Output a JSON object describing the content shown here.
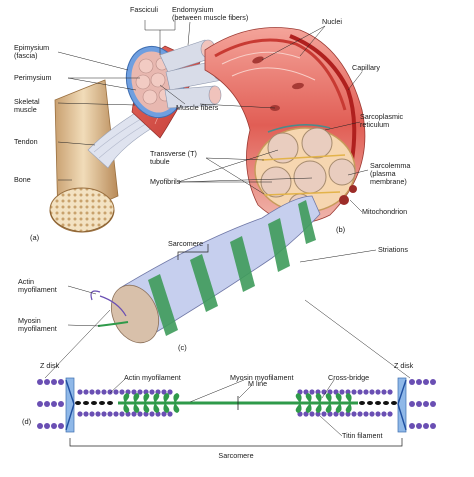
{
  "labels": {
    "fasciculi": "Fasciculi",
    "endomysium": "Endomysium\n(between muscle fibers)",
    "nuclei": "Nuclei",
    "epimysium": "Epimysium\n(fascia)",
    "perimysium": "Perimysium",
    "capillary": "Capillary",
    "skeletal_muscle": "Skeletal\nmuscle",
    "muscle_fibers": "Muscle fibers",
    "sarcoplasmic_reticulum": "Sarcoplasmic\nreticulum",
    "tendon": "Tendon",
    "t_tubule": "Transverse (T)\ntubule",
    "sarcolemma": "Sarcolemma\n(plasma\nmembrane)",
    "myofibrils": "Myofibrils",
    "bone": "Bone",
    "mitochondrion": "Mitochondrion",
    "panel_a": "(a)",
    "panel_b": "(b)",
    "sarcomere_top": "Sarcomere",
    "striations": "Striations",
    "actin_myofilament": "Actin\nmyofilament",
    "myosin_myofilament": "Myosin\nmyofilament",
    "panel_c": "(c)",
    "z_disk_left": "Z disk",
    "z_disk_right": "Z disk",
    "actin_myofilament_d": "Actin myofilament",
    "myosin_myofilament_d": "Myosin myofilament",
    "cross_bridge": "Cross-bridge",
    "m_line": "M line",
    "panel_d": "(d)",
    "titin_filament": "Titin filament",
    "sarcomere_bottom": "Sarcomere"
  },
  "colors": {
    "muscle_red": "#d9534f",
    "muscle_light": "#f2b7ac",
    "fascia_blue": "#5b8fd6",
    "bone": "#e8cfa6",
    "bone_dark": "#b08552",
    "stripe_green": "#3f9c5b",
    "stripe_blue": "#a9b7e6",
    "actin_purple": "#6a4fb3",
    "myosin_green": "#2f9a4a",
    "z_disk_blue": "#8fb8e8"
  }
}
